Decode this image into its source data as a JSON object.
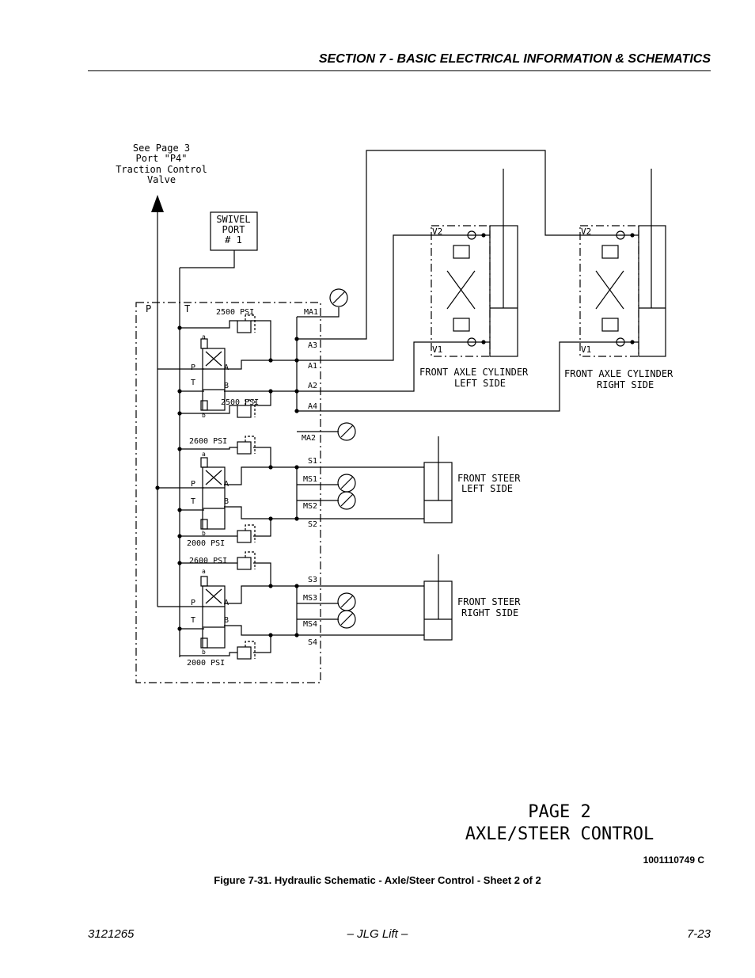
{
  "header": {
    "section_title": "SECTION 7 - BASIC ELECTRICAL INFORMATION & SCHEMATICS"
  },
  "diagram": {
    "source_note": [
      "See Page 3",
      "Port \"P4\"",
      "Traction Control",
      "Valve"
    ],
    "swivel_port": [
      "SWIVEL",
      "PORT",
      "# 1"
    ],
    "port_labels": {
      "p": "P",
      "t": "T"
    },
    "relief_settings": {
      "r1": "2500 PSI",
      "r2": "2500 PSI",
      "r3": "2600 PSI",
      "r4": "2000 PSI",
      "r5": "2600 PSI",
      "r6": "2000 PSI"
    },
    "manifold_ports": {
      "ma1": "MA1",
      "a3": "A3",
      "a1": "A1",
      "a2": "A2",
      "a4": "A4",
      "ma2": "MA2",
      "s1": "S1",
      "ms1": "MS1",
      "ms2": "MS2",
      "s2": "S2",
      "s3": "S3",
      "ms3": "MS3",
      "ms4": "MS4",
      "s4": "S4"
    },
    "spool_labels": {
      "a": "a",
      "b": "b",
      "p": "P",
      "t": "T",
      "port_a": "A",
      "port_b": "B"
    },
    "valve_labels": {
      "v1": "V1",
      "v2": "V2"
    },
    "axle_left": [
      "FRONT AXLE CYLINDER",
      "LEFT SIDE"
    ],
    "axle_right": [
      "FRONT AXLE CYLINDER",
      "RIGHT SIDE"
    ],
    "steer_left": [
      "FRONT STEER",
      "LEFT SIDE"
    ],
    "steer_right": [
      "FRONT STEER",
      "RIGHT SIDE"
    ],
    "page_label": [
      "PAGE 2",
      "AXLE/STEER CONTROL"
    ]
  },
  "figure": {
    "drawing_id": "1001110749 C",
    "caption": "Figure 7-31.  Hydraulic Schematic - Axle/Steer Control - Sheet 2 of 2"
  },
  "footer": {
    "doc_number": "3121265",
    "brand": "– JLG Lift –",
    "page_number": "7-23"
  }
}
